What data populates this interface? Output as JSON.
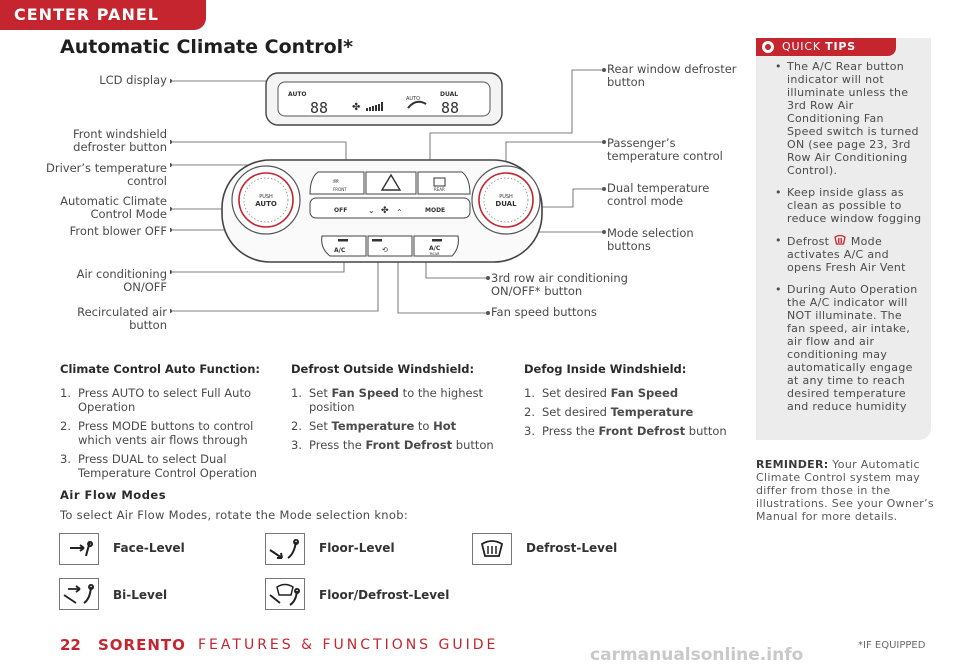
{
  "header": {
    "section_tab": "CENTER PANEL",
    "title": "Automatic Climate Control*"
  },
  "callouts_left": [
    "LCD display",
    "Front windshield defroster button",
    "Driver’s temperature control",
    "Automatic Climate Control Mode",
    "Front blower OFF",
    "Air conditioning ON/OFF",
    "Recirculated air button"
  ],
  "callouts_right": [
    "Rear window defroster button",
    "Passenger’s temperature control",
    "Dual temperature control mode",
    "Mode selection buttons",
    "3rd row air conditioning ON/OFF* button",
    "Fan speed buttons"
  ],
  "panel_labels": {
    "lcd_auto": "AUTO",
    "lcd_dual": "DUAL",
    "lcd_auto_small": "AUTO",
    "lcd_digits": "88",
    "front": "FRONT",
    "rear": "REAR",
    "push": "PUSH",
    "auto": "AUTO",
    "dual": "DUAL",
    "off": "OFF",
    "mode": "MODE",
    "ac": "A/C",
    "ac_rear": "A/C",
    "rear_small": "REAR"
  },
  "instructions": [
    {
      "heading": "Climate Control Auto Function:",
      "steps": [
        {
          "num": "1.",
          "text": "Press AUTO to select Full Auto Operation"
        },
        {
          "num": "2.",
          "text": "Press MODE buttons to control which vents air flows through"
        },
        {
          "num": "3.",
          "text": "Press DUAL to select Dual Temperature Control Operation"
        }
      ]
    },
    {
      "heading": "Defrost Outside Windshield:",
      "steps": [
        {
          "num": "1.",
          "pre": "Set ",
          "bold": "Fan Speed",
          "post": " to the highest position"
        },
        {
          "num": "2.",
          "pre": "Set ",
          "bold": "Temperature",
          "mid": " to ",
          "bold2": "Hot"
        },
        {
          "num": "3.",
          "pre": "Press the ",
          "bold": "Front Defrost",
          "post": " button"
        }
      ]
    },
    {
      "heading": "Defog Inside Windshield:",
      "steps": [
        {
          "num": "1.",
          "pre": "Set desired ",
          "bold": "Fan Speed"
        },
        {
          "num": "2.",
          "pre": "Set desired ",
          "bold": "Temperature"
        },
        {
          "num": "3.",
          "pre": "Press the ",
          "bold": "Front Defrost",
          "post": " button"
        }
      ]
    }
  ],
  "air_flow": {
    "title": "Air Flow Modes",
    "description": "To select Air Flow Modes, rotate the Mode selection knob:",
    "modes": [
      {
        "label": "Face-Level",
        "icon": "face-level-icon"
      },
      {
        "label": "Floor-Level",
        "icon": "floor-level-icon"
      },
      {
        "label": "Defrost-Level",
        "icon": "defrost-level-icon"
      },
      {
        "label": "Bi-Level",
        "icon": "bi-level-icon"
      },
      {
        "label": "Floor/Defrost-Level",
        "icon": "floor-defrost-level-icon"
      }
    ]
  },
  "quick_tips": {
    "label_light": "QUICK ",
    "label_bold": "TIPS",
    "items": [
      "The A/C Rear button indicator will not illuminate unless the 3rd Row Air Conditioning Fan Speed switch is turned ON (see page 23, 3rd Row Air Conditioning Control).",
      "Keep inside glass as clean as possible to reduce window fogging",
      "Defrost [icon] Mode activates A/C and opens Fresh Air Vent",
      "During Auto Operation the A/C indicator will NOT illuminate. The fan speed, air intake, air flow and air conditioning may automatically engage at any time to reach desired temperature and reduce humidity"
    ],
    "defrost_pre": "Defrost",
    "defrost_post": "Mode activates A/C and opens Fresh Air Vent"
  },
  "reminder": {
    "label": "REMINDER:",
    "text": " Your Automatic Climate Control system may differ from those in the illustrations. See your Owner’s Manual for more details."
  },
  "footer": {
    "page_number": "22",
    "model": "SORENTO",
    "guide": "FEATURES & FUNCTIONS GUIDE",
    "note": "*IF EQUIPPED",
    "watermark": "carmanualsonline.info"
  },
  "colors": {
    "accent": "#c5252e",
    "tips_bg": "#ececec"
  }
}
